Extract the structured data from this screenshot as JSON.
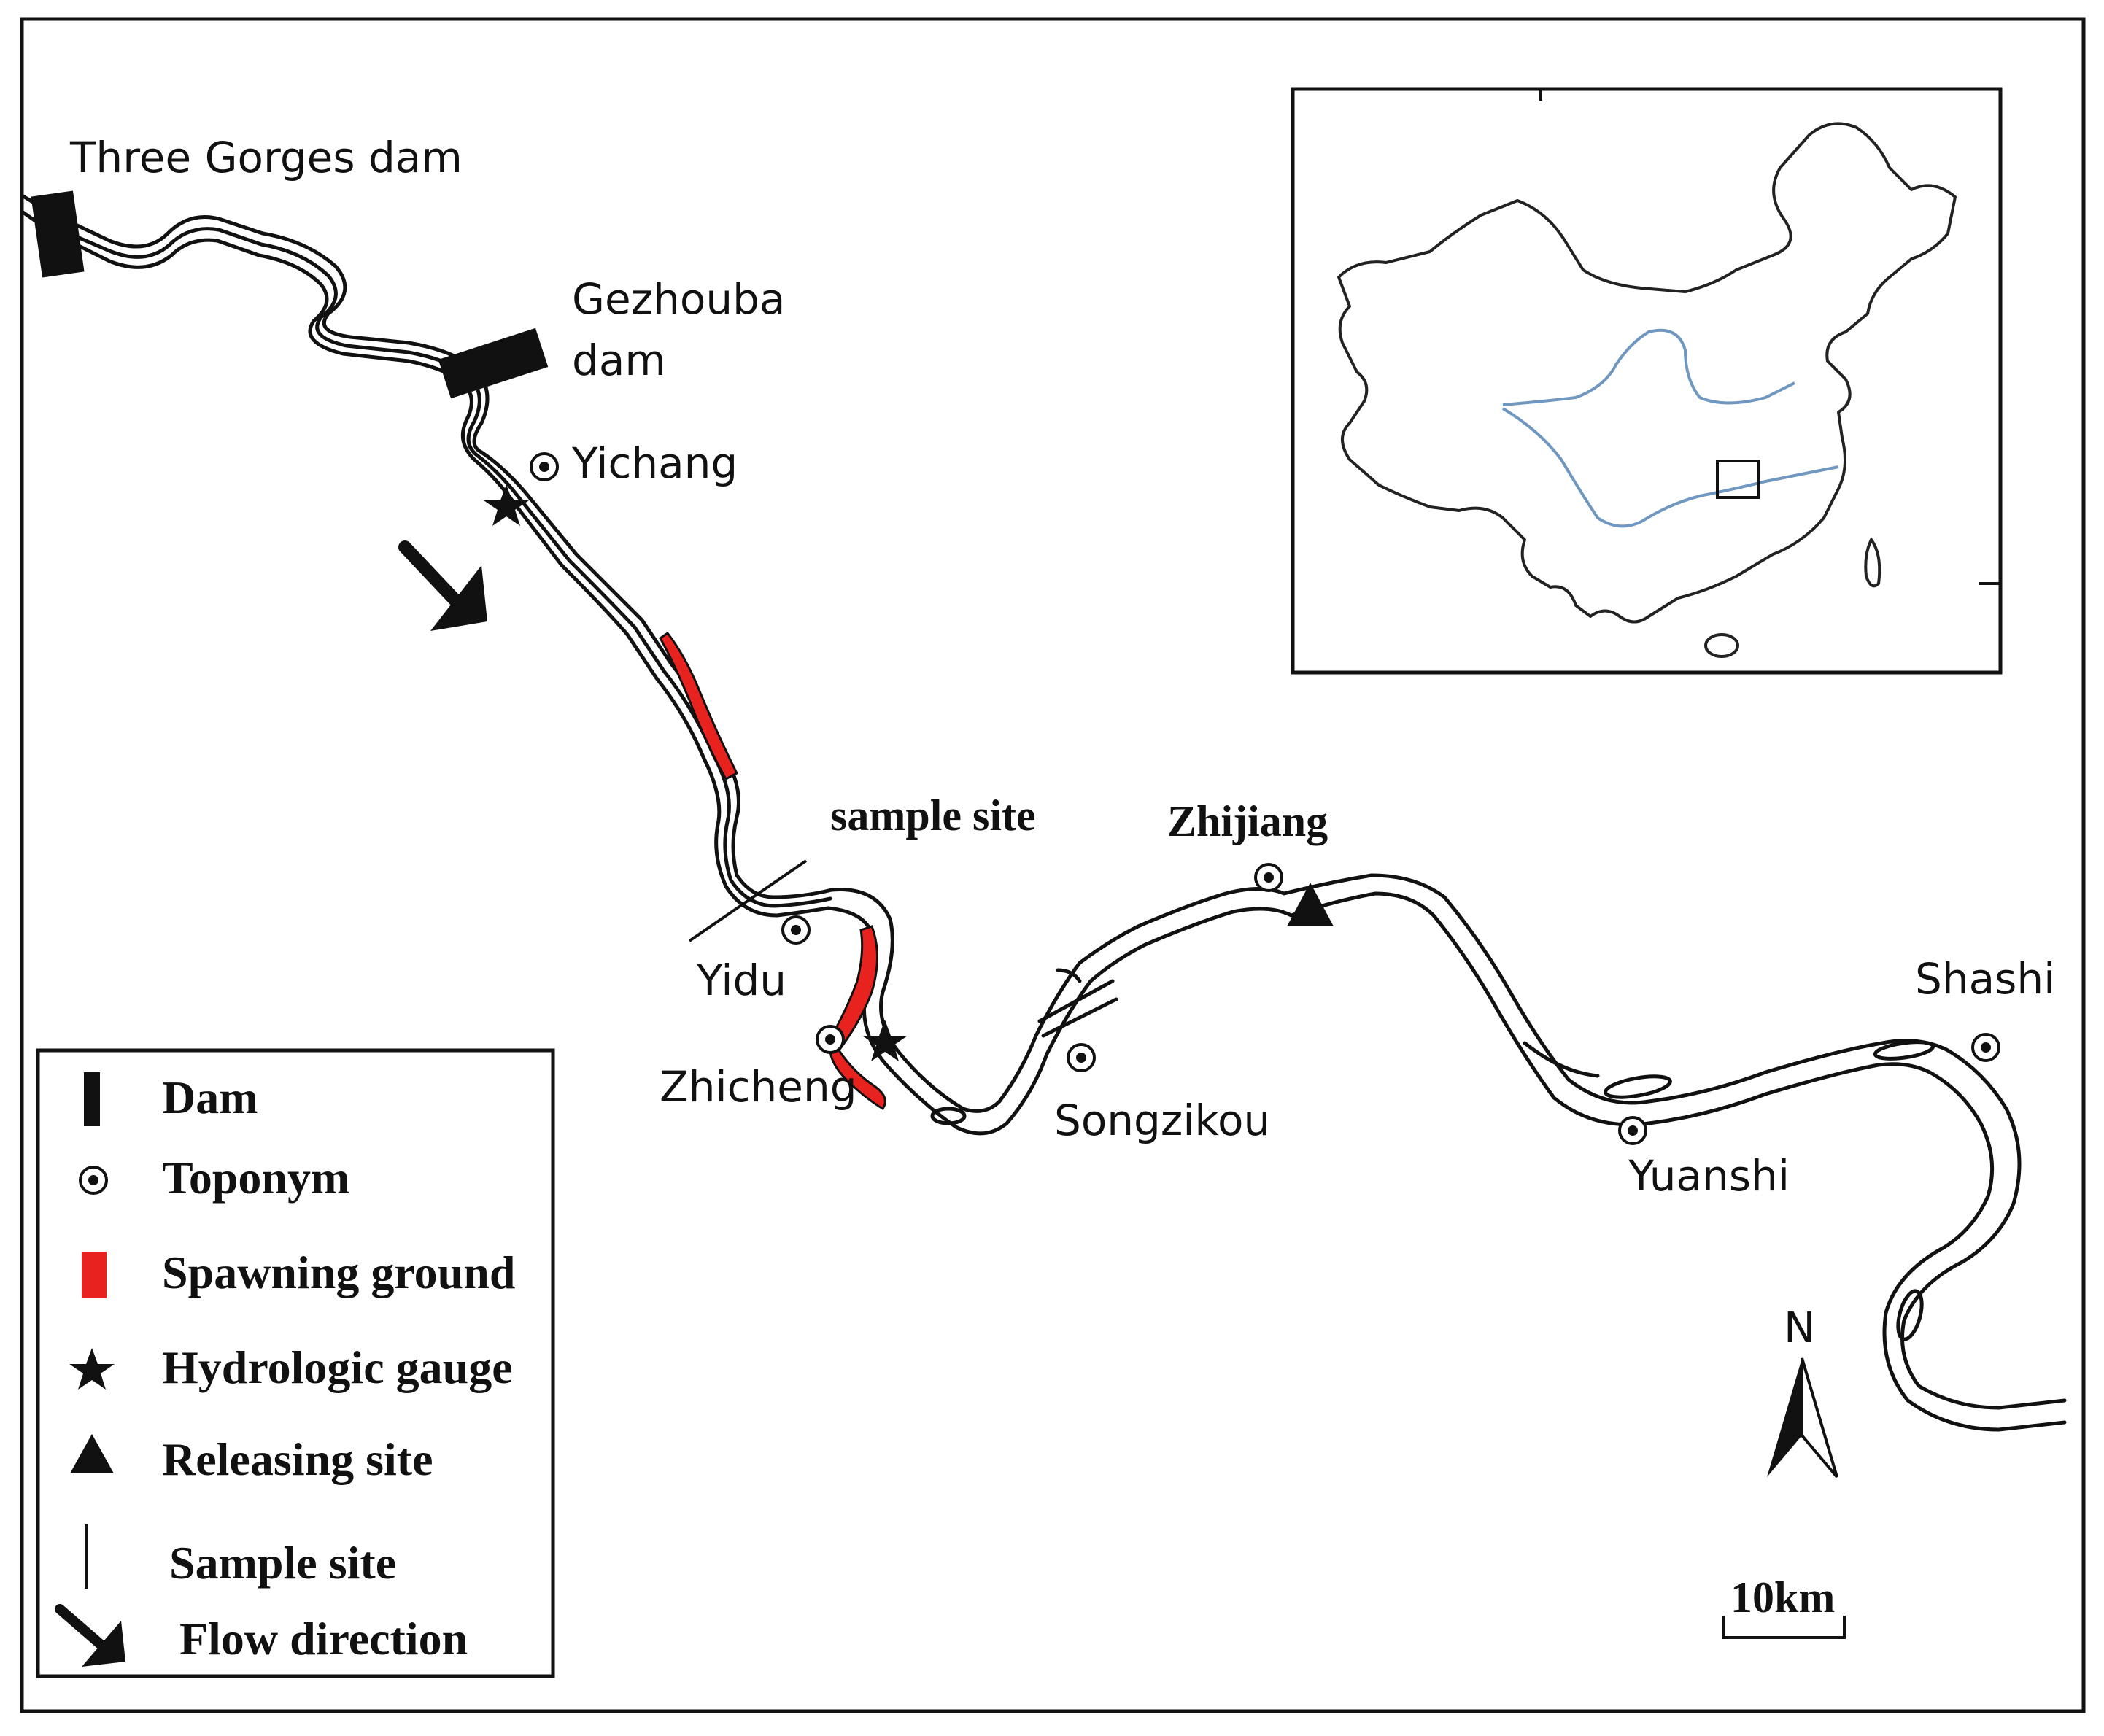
{
  "labels": {
    "three_gorges": "Three  Gorges dam",
    "gezhouba_1": "Gezhouba",
    "gezhouba_2": "dam",
    "yichang": "Yichang",
    "sample_site": "sample site",
    "zhijiang": "Zhijiang",
    "yidu": "Yidu",
    "zhicheng": "Zhicheng",
    "songzikou": "Songzikou",
    "shashi": "Shashi",
    "yuanshi": "Yuanshi",
    "north": "N",
    "scale": "10km"
  },
  "legend": {
    "dam": "Dam",
    "toponym": "Toponym",
    "spawning": "Spawning ground",
    "gauge": "Hydrologic gauge",
    "releasing": "Releasing site",
    "sample": "Sample site",
    "flow": "Flow direction"
  },
  "colors": {
    "spawning": "#e8231f",
    "river_inset": "#6f97bf",
    "ink": "#111111"
  }
}
